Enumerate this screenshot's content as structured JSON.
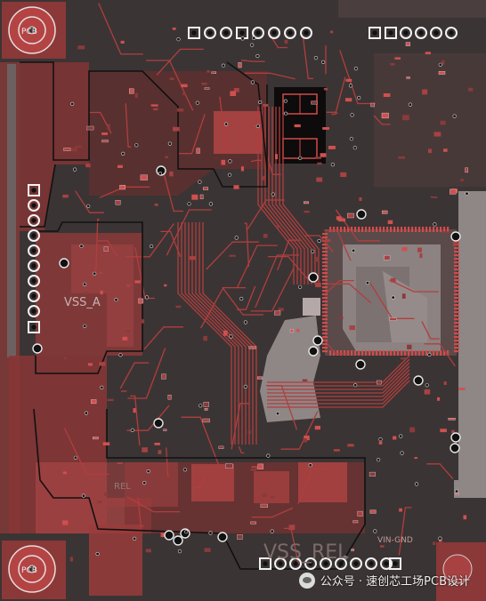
{
  "labels": {
    "pcb_tl": "PCB",
    "pcb_bl": "PCB",
    "vss_a": "VSS_A",
    "vss_rel": "VSS_REL",
    "vin_gnd": "VIN-GND",
    "rel_small": "REL"
  },
  "colors": {
    "board": "#3b3434",
    "copper": "#9c3a3a",
    "copper_bright": "#c84848",
    "trace": "#b13e3e",
    "plane_grey": "#8f8686",
    "silk": "#d9d0d0",
    "pad_white": "#f2f2f2",
    "hole": "#111111"
  },
  "watermark": {
    "text": "公众号 · 速创芯工场PCB设计",
    "icon": "wechat-icon"
  }
}
